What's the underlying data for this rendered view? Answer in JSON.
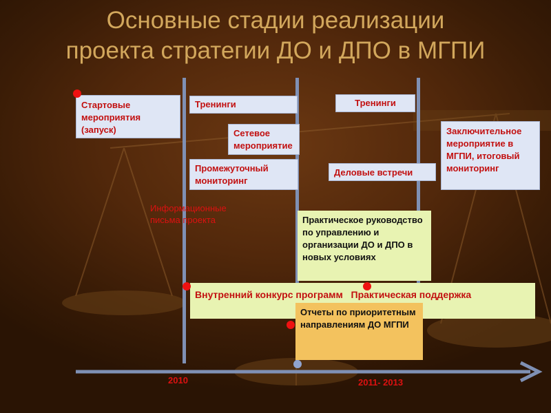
{
  "title": {
    "line1": "Основные стадии реализации",
    "line2": "проекта стратегии ДО и ДПО в МГПИ"
  },
  "boxes": {
    "start": "Стартовые мероприятия (запуск)",
    "trainings_1": "Тренинги",
    "network_event": "Сетевое мероприятие",
    "interim_monitoring": "Промежуточный мониторинг",
    "trainings_2": "Тренинги",
    "business_meetings": "Деловые встречи",
    "final_event": "Заключительное мероприятие в МГПИ, итоговый мониторинг",
    "practical_guide": "Практическое руководство по управлению и организации ДО и ДПО в новых условиях",
    "contest_line": "Внутренний конкурс программ   Практическая поддержка",
    "reports": "Отчеты по приоритетным направлениям ДО МГПИ"
  },
  "info_letters": "Информационные письма проекта",
  "years": {
    "y2010": "2010",
    "y2011": "2011- 2013"
  },
  "colors": {
    "background": "#52280b",
    "title": "#d2a75c",
    "timeline": "#7f90b4",
    "blue_box": "#dfe6f5",
    "green_box": "#e8f3b2",
    "orange_box": "#f3c25e",
    "red_text": "#dd1111"
  }
}
